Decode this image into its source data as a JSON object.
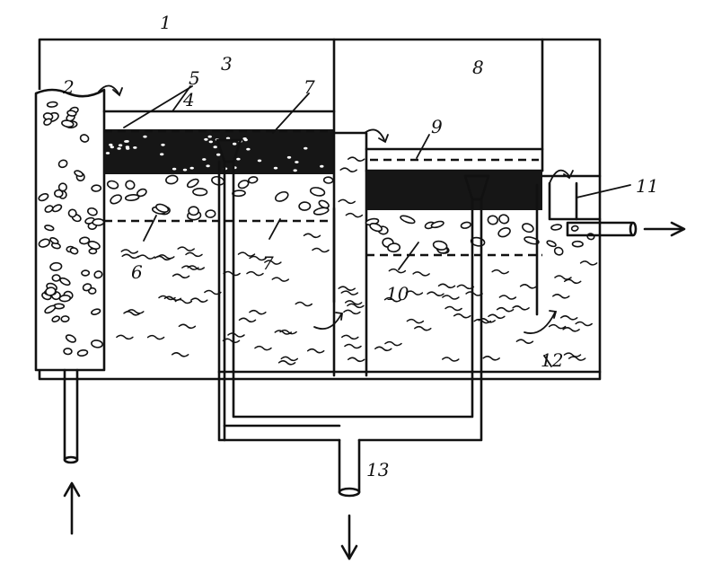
{
  "labels": {
    "l1": "1",
    "l2": "2",
    "l3": "3",
    "l4": "4",
    "l5": "5",
    "l6": "6",
    "l7a": "7",
    "l7b": "7",
    "l8": "8",
    "l9": "9",
    "l10": "10",
    "l11": "11",
    "l12": "12",
    "l13": "13"
  },
  "colors": {
    "ink": "#111111",
    "background": "#ffffff",
    "dark_layer": "#161616"
  }
}
